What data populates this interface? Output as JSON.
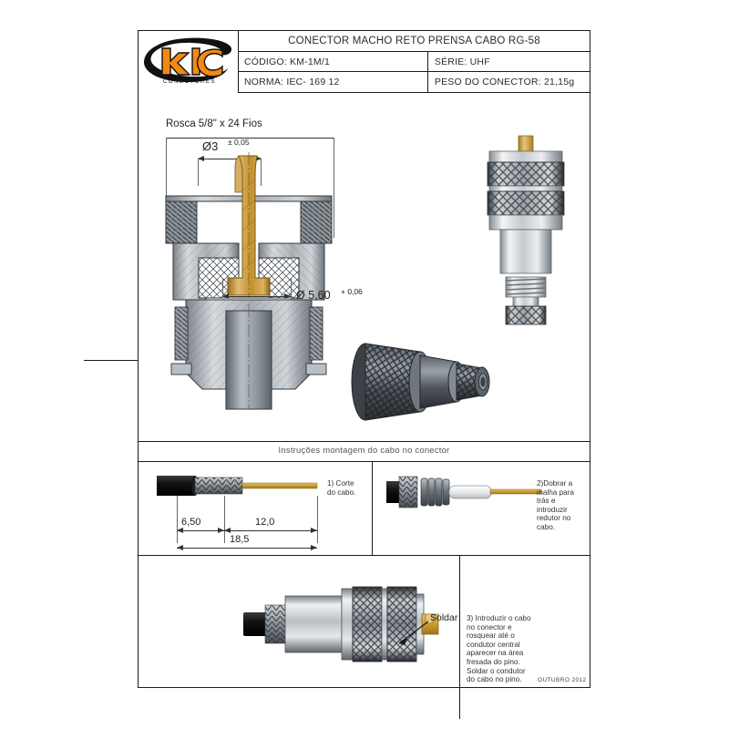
{
  "sheet": {
    "date_stamp": "OUTUBRO 2012"
  },
  "title_block": {
    "logo": {
      "brand": "klc",
      "tagline": "CONECTORES",
      "brand_color": "#F28A14",
      "swoosh_color": "#111111"
    },
    "title": "CONECTOR MACHO RETO PRENSA CABO RG-58",
    "rows": [
      {
        "left": "CÓDIGO: KM-1M/1",
        "right": "SÉRIE: UHF"
      },
      {
        "left": "NORMA: IEC- 169 12",
        "right": "PESO DO CONECTOR:  21,15g"
      }
    ]
  },
  "drawing": {
    "thread_label": "Rosca 5/8\" x 24 Fios",
    "pin_diameter": "Ø3",
    "pin_tolerance": "± 0,05",
    "body_diameter": "Ø 5,60",
    "body_tolerance": "+ 0,06"
  },
  "instructions": {
    "header": "Instruções montagem do cabo no conector",
    "steps": [
      {
        "id": "step-1",
        "text": "1) Corte\ndo cabo."
      },
      {
        "id": "step-2",
        "text": "2)Dobrar a\nmalha para\ntrás e\nintroduzir\nredutor no\ncabo."
      },
      {
        "id": "step-3",
        "text": "3) Introduzir o cabo\nno conector e\nrosquear até o\ncondutor central\naparecer na área\nfresada do pino.\nSoldar o condutor\ndo cabo no pino."
      }
    ],
    "cable_dims": {
      "strip_a": "6,50",
      "strip_b": "12,0",
      "total": "18,5"
    },
    "solder_label": "Soldar"
  },
  "colors": {
    "brass": "#C8922F",
    "brass_light": "#E0B768",
    "metal_dark": "#4a4f55",
    "metal_mid": "#9aa0a6",
    "metal_light": "#d8dce0",
    "line": "#1a1a1a"
  }
}
